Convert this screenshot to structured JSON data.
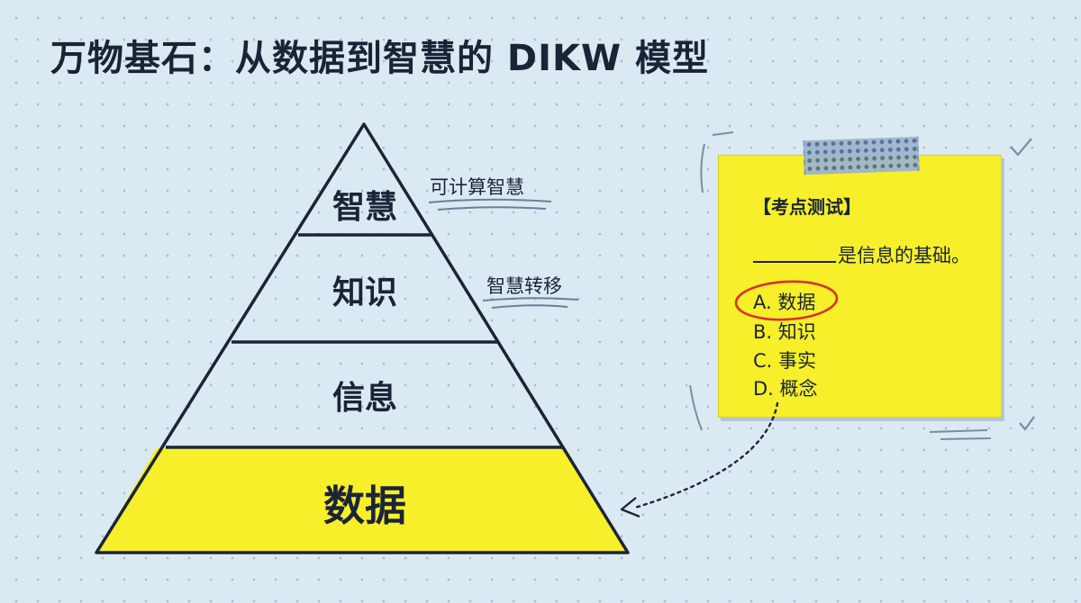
{
  "title": "万物基石：从数据到智慧的 DIKW 模型",
  "pyramid": {
    "layers": [
      {
        "label": "智慧",
        "highlight": false
      },
      {
        "label": "知识",
        "highlight": false
      },
      {
        "label": "信息",
        "highlight": false
      },
      {
        "label": "数据",
        "highlight": true
      }
    ],
    "side_notes": [
      "可计算智慧",
      "智慧转移"
    ]
  },
  "quiz": {
    "heading": "【考点测试】",
    "question": "是信息的基础。",
    "options": [
      {
        "text": "A. 数据",
        "correct": true
      },
      {
        "text": "B. 知识",
        "correct": false
      },
      {
        "text": "C. 事实",
        "correct": false
      },
      {
        "text": "D. 概念",
        "correct": false
      }
    ]
  },
  "colors": {
    "background": "#dbe9f3",
    "ink": "#1b2437",
    "highlight_yellow": "#f6ef2a",
    "answer_circle": "#d6332a"
  }
}
